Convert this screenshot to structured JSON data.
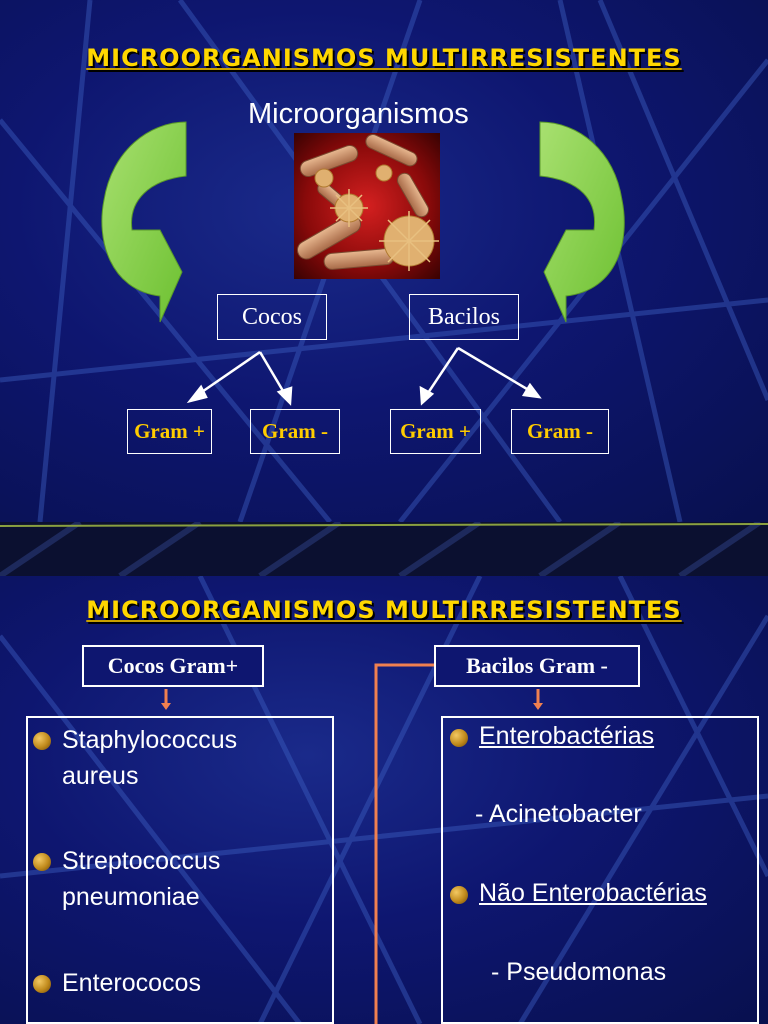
{
  "slide1": {
    "title": "MICROORGANISMOS MULTIRRESISTENTES",
    "subtitle": "Microorganismos",
    "categories": [
      {
        "label": "Cocos",
        "grams": [
          "Gram +",
          "Gram -"
        ]
      },
      {
        "label": "Bacilos",
        "grams": [
          "Gram +",
          "Gram -"
        ]
      }
    ],
    "arrow_color": "#8fd14f"
  },
  "slide2": {
    "title": "MICROORGANISMOS MULTIRRESISTENTES",
    "left_header": "Cocos Gram+",
    "right_header": "Bacilos Gram -",
    "left_items": [
      "Staphylococcus",
      "aureus",
      "Streptococcus",
      "pneumoniae",
      "Enterococos"
    ],
    "right_items": [
      "Enterobactérias",
      "- Acinetobacter",
      "Não Enterobactérias",
      "- Pseudomonas"
    ],
    "connector_color": "#f08050"
  }
}
